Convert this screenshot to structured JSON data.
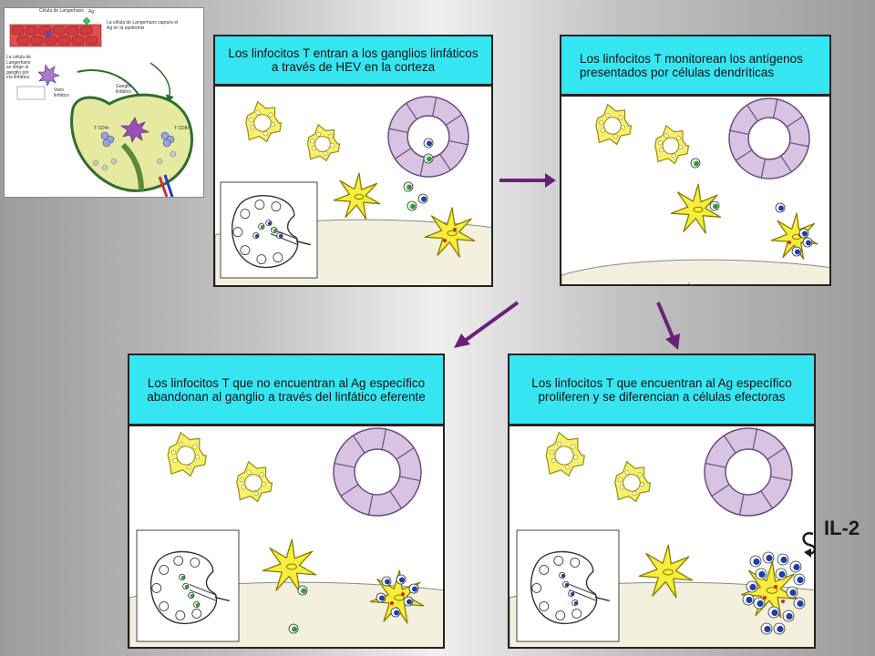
{
  "thumbnail": {
    "labels": {
      "celula_langerhans": "Célula de Langerhans",
      "ag": "Ag",
      "captura": "La célula de Langerhans captura el Ag en la epidermis",
      "se_dirige": "La célula de Langerhans se dirige al ganglio por vía linfática",
      "vaso_linfatico": "Vaso linfático",
      "ganglio_linfatico": "Ganglio linfático",
      "cd4": "T CD4+",
      "cd8": "T CD8+"
    }
  },
  "panels": {
    "p1": {
      "caption": "Los linfocitos T entran a los ganglios linfáticos a través de HEV en la corteza"
    },
    "p2": {
      "caption": "Los linfocitos T monitorean los antígenos presentados por  células  dendríticas"
    },
    "p3": {
      "caption": "Los linfocitos T que no encuentran al Ag específico abandonan al ganglio a través del linfático eferente"
    },
    "p4": {
      "caption": "Los linfocitos T que encuentran al Ag específico proliferen y se diferencian a células efectoras"
    }
  },
  "il2_label": "IL-2",
  "colors": {
    "caption_bg": "#35e6f2",
    "arrow": "#6b1f7a",
    "macrophage": "#f7f06a",
    "hev": "#d8c3e3",
    "dendritic": "#f6ee3a",
    "lymph_blue": "#1d3fa8",
    "lymph_green": "#2e9a3a"
  }
}
